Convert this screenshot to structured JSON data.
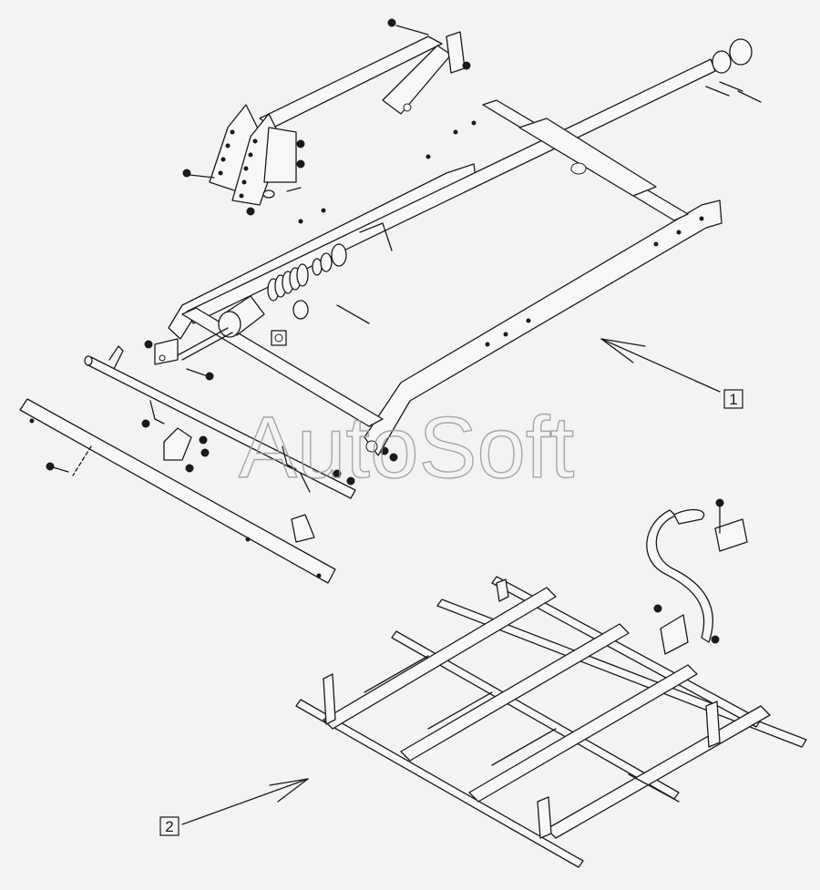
{
  "watermark": "AutoSoft",
  "callouts": [
    {
      "id": "callout-1",
      "label": "1"
    },
    {
      "id": "callout-2",
      "label": "2"
    }
  ],
  "colors": {
    "line": "#1a1a1a",
    "background": "#f3f3f3",
    "watermark": "#9a9a9a"
  }
}
